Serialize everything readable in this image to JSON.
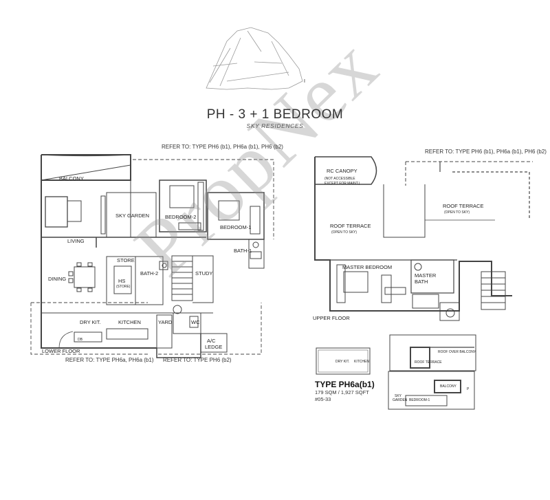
{
  "header": {
    "title": "PH - 3 + 1 BEDROOM",
    "subtitle": "SKY RESIDENCES"
  },
  "site_plan": {
    "north_marker": "I"
  },
  "references": {
    "top_left": "REFER TO: TYPE PH6 (b1), PH6a (b1), PH6 (b2)",
    "top_right": "REFER TO: TYPE PH6 (b1), PH6a (b1), PH6 (b2)",
    "bottom_left": "REFER TO: TYPE PH6a, PH6a (b1)",
    "bottom_mid": "REFER TO: TYPE PH6 (b2)"
  },
  "lower_floor": {
    "floor_label": "LOWER FLOOR",
    "rooms": {
      "balcony": "BALCONY",
      "sky_garden": "SKY GARDEN",
      "bedroom_2": "BEDROOM-2",
      "bedroom_1": "BEDROOM-1",
      "living": "LIVING",
      "store": "STORE",
      "bath_2": "BATH-2",
      "bath_1": "BATH-1",
      "study": "STUDY",
      "dining": "DINING",
      "hs": "HS",
      "hs_sub": "(STORE)",
      "dry_kit": "DRY KIT.",
      "kitchen": "KITCHEN",
      "yard": "YARD",
      "wc": "WC",
      "db": "DB",
      "ac_ledge_1": "A/C",
      "ac_ledge_2": "LEDGE"
    }
  },
  "upper_floor": {
    "floor_label": "UPPER FLOOR",
    "rooms": {
      "rc_canopy": "RC CANOPY",
      "rc_canopy_note_1": "(NOT ACCESSIBLE",
      "rc_canopy_note_2": "EXCEPT FOR MAINT.)",
      "roof_terrace_left": "ROOF TERRACE",
      "roof_terrace_left_note": "(OPEN TO SKY)",
      "roof_terrace_right": "ROOF TERRACE",
      "roof_terrace_right_note": "(OPEN TO SKY)",
      "master_bedroom": "MASTER BEDROOM",
      "master_bath_1": "MASTER",
      "master_bath_2": "BATH"
    }
  },
  "key_plans": {
    "a_dry_kit": "DRY KIT.",
    "a_kitchen": "KITCHEN",
    "b_roof_over_balcony": "ROOF OVER BALCONY",
    "b_roof_terrace": "ROOF TERRACE",
    "c_balcony": "BALCONY",
    "c_sky_garden_1": "SKY",
    "c_sky_garden_2": "GARDEN",
    "c_bedroom": "BEDROOM-1",
    "c_p": "P"
  },
  "unit_info": {
    "type": "TYPE PH6a(b1)",
    "area": "179 SQM / 1,927 SQFT",
    "units": "#05-33"
  },
  "watermark": "PropNex"
}
